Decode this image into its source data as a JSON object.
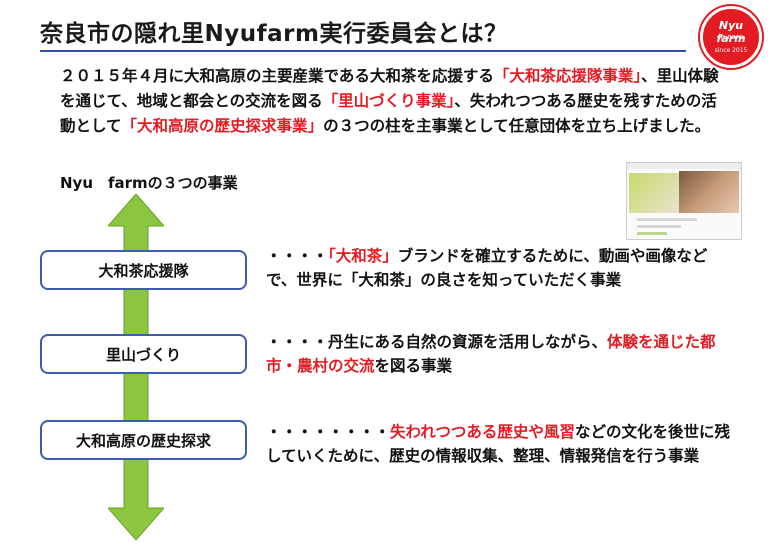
{
  "title": "奈良市の隠れ里Nyufarm実行委員会とは？",
  "logo": {
    "line1": "Nyu farm",
    "line2": "in nara",
    "line3": "since 2015"
  },
  "intro": [
    {
      "text": "２０１５年４月に大和高原の主要産業である大和茶を応援する",
      "red": false
    },
    {
      "text": "「大和茶応援隊事業」",
      "red": true
    },
    {
      "text": "、里山体験を通じて、地域と都会との交流を図る",
      "red": false
    },
    {
      "text": "「里山づくり事業」",
      "red": true
    },
    {
      "text": "、失われつつある歴史を残すための活動として",
      "red": false
    },
    {
      "text": "「大和高原の歴史探求事業」",
      "red": true
    },
    {
      "text": "の３つの柱を主事業として任意団体を立ち上げました。",
      "red": false
    }
  ],
  "subtitle": "Nyu　farmの３つの事業",
  "colors": {
    "accent_red": "#e31c24",
    "box_border": "#3b5ea8",
    "arrow_green": "#8cc63f",
    "rule_blue": "#2e4fa3"
  },
  "pillars": [
    {
      "name": "大和茶応援隊",
      "desc": [
        {
          "text": "・・・・",
          "red": false
        },
        {
          "text": "「大和茶」",
          "red": true
        },
        {
          "text": "ブランドを確立するために、動画や画像などで、世界に「大和茶」の良さを知っていただく事業",
          "red": false
        }
      ]
    },
    {
      "name": "里山づくり",
      "desc": [
        {
          "text": "・・・・丹生にある自然の資源を活用しながら、",
          "red": false
        },
        {
          "text": "体験を通じた都市・農村の交流",
          "red": true
        },
        {
          "text": "を図る事業",
          "red": false
        }
      ]
    },
    {
      "name": "大和高原の歴史探求",
      "desc": [
        {
          "text": "・・・・・・・・",
          "red": false
        },
        {
          "text": "失われつつある歴史や風習",
          "red": true
        },
        {
          "text": "などの文化を後世に残していくために、歴史の情報収集、整理、情報発信を行う事業",
          "red": false
        }
      ]
    }
  ]
}
